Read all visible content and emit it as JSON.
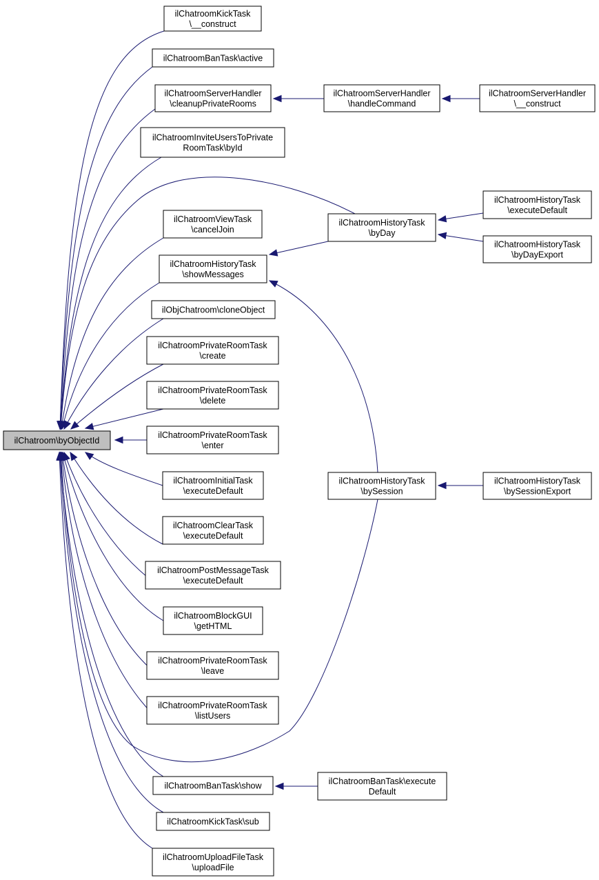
{
  "colors": {
    "edge": "#191970",
    "node_fill": "#ffffff",
    "root_fill": "#bfbfbf",
    "node_border": "#000000",
    "text": "#000000",
    "background": "#ffffff"
  },
  "graph": {
    "nodes": [
      {
        "id": "root",
        "lines": [
          "ilChatroom\\byObjectId"
        ]
      },
      {
        "id": "kick_construct",
        "lines": [
          "ilChatroomKickTask",
          "\\__construct"
        ]
      },
      {
        "id": "ban_active",
        "lines": [
          "ilChatroomBanTask\\active"
        ]
      },
      {
        "id": "server_cleanup",
        "lines": [
          "ilChatroomServerHandler",
          "\\cleanupPrivateRooms"
        ]
      },
      {
        "id": "server_handle",
        "lines": [
          "ilChatroomServerHandler",
          "\\handleCommand"
        ]
      },
      {
        "id": "server_construct",
        "lines": [
          "ilChatroomServerHandler",
          "\\__construct"
        ]
      },
      {
        "id": "invite_byid",
        "lines": [
          "ilChatroomInviteUsersToPrivate",
          "RoomTask\\byId"
        ]
      },
      {
        "id": "history_byday",
        "lines": [
          "ilChatroomHistoryTask",
          "\\byDay"
        ]
      },
      {
        "id": "history_execdefault",
        "lines": [
          "ilChatroomHistoryTask",
          "\\executeDefault"
        ]
      },
      {
        "id": "history_bydayexport",
        "lines": [
          "ilChatroomHistoryTask",
          "\\byDayExport"
        ]
      },
      {
        "id": "view_canceljoin",
        "lines": [
          "ilChatroomViewTask",
          "\\cancelJoin"
        ]
      },
      {
        "id": "history_showmessages",
        "lines": [
          "ilChatroomHistoryTask",
          "\\showMessages"
        ]
      },
      {
        "id": "obj_clone",
        "lines": [
          "ilObjChatroom\\cloneObject"
        ]
      },
      {
        "id": "priv_create",
        "lines": [
          "ilChatroomPrivateRoomTask",
          "\\create"
        ]
      },
      {
        "id": "priv_delete",
        "lines": [
          "ilChatroomPrivateRoomTask",
          "\\delete"
        ]
      },
      {
        "id": "priv_enter",
        "lines": [
          "ilChatroomPrivateRoomTask",
          "\\enter"
        ]
      },
      {
        "id": "initial_exec",
        "lines": [
          "ilChatroomInitialTask",
          "\\executeDefault"
        ]
      },
      {
        "id": "clear_exec",
        "lines": [
          "ilChatroomClearTask",
          "\\executeDefault"
        ]
      },
      {
        "id": "post_exec",
        "lines": [
          "ilChatroomPostMessageTask",
          "\\executeDefault"
        ]
      },
      {
        "id": "block_gethtml",
        "lines": [
          "ilChatroomBlockGUI",
          "\\getHTML"
        ]
      },
      {
        "id": "priv_leave",
        "lines": [
          "ilChatroomPrivateRoomTask",
          "\\leave"
        ]
      },
      {
        "id": "priv_listusers",
        "lines": [
          "ilChatroomPrivateRoomTask",
          "\\listUsers"
        ]
      },
      {
        "id": "history_bysession",
        "lines": [
          "ilChatroomHistoryTask",
          "\\bySession"
        ]
      },
      {
        "id": "history_bysessionexport",
        "lines": [
          "ilChatroomHistoryTask",
          "\\bySessionExport"
        ]
      },
      {
        "id": "ban_show",
        "lines": [
          "ilChatroomBanTask\\show"
        ]
      },
      {
        "id": "ban_execdefault",
        "lines": [
          "ilChatroomBanTask\\execute",
          "Default"
        ]
      },
      {
        "id": "kick_sub",
        "lines": [
          "ilChatroomKickTask\\sub"
        ]
      },
      {
        "id": "upload_file",
        "lines": [
          "ilChatroomUploadFileTask",
          "\\uploadFile"
        ]
      }
    ],
    "edges": [
      {
        "from": "kick_construct",
        "to": "root"
      },
      {
        "from": "ban_active",
        "to": "root"
      },
      {
        "from": "server_cleanup",
        "to": "root"
      },
      {
        "from": "invite_byid",
        "to": "root"
      },
      {
        "from": "history_byday",
        "to": "root"
      },
      {
        "from": "view_canceljoin",
        "to": "root"
      },
      {
        "from": "history_showmessages",
        "to": "root"
      },
      {
        "from": "obj_clone",
        "to": "root"
      },
      {
        "from": "priv_create",
        "to": "root"
      },
      {
        "from": "priv_delete",
        "to": "root"
      },
      {
        "from": "priv_enter",
        "to": "root"
      },
      {
        "from": "initial_exec",
        "to": "root"
      },
      {
        "from": "clear_exec",
        "to": "root"
      },
      {
        "from": "post_exec",
        "to": "root"
      },
      {
        "from": "block_gethtml",
        "to": "root"
      },
      {
        "from": "priv_leave",
        "to": "root"
      },
      {
        "from": "priv_listusers",
        "to": "root"
      },
      {
        "from": "history_bysession",
        "to": "root"
      },
      {
        "from": "ban_show",
        "to": "root"
      },
      {
        "from": "kick_sub",
        "to": "root"
      },
      {
        "from": "upload_file",
        "to": "root"
      },
      {
        "from": "server_handle",
        "to": "server_cleanup"
      },
      {
        "from": "server_construct",
        "to": "server_handle"
      },
      {
        "from": "history_byday",
        "to": "history_showmessages"
      },
      {
        "from": "history_execdefault",
        "to": "history_byday"
      },
      {
        "from": "history_bydayexport",
        "to": "history_byday"
      },
      {
        "from": "history_bysession",
        "to": "history_showmessages"
      },
      {
        "from": "history_bysessionexport",
        "to": "history_bysession"
      },
      {
        "from": "ban_execdefault",
        "to": "ban_show"
      }
    ]
  }
}
